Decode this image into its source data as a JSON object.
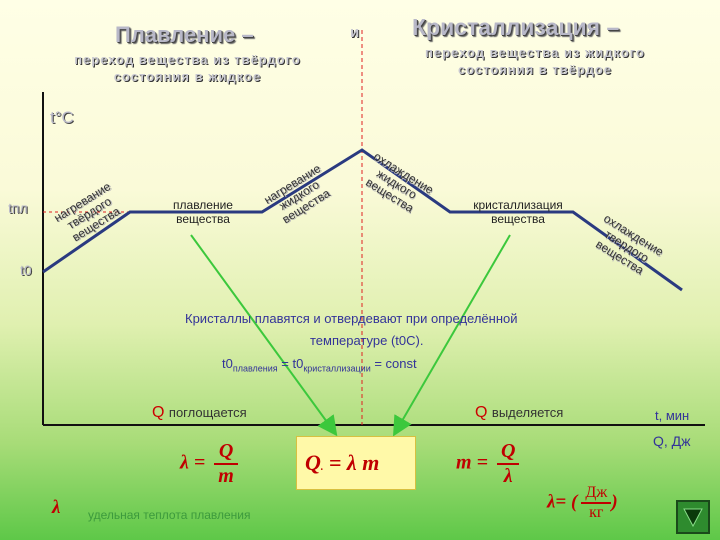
{
  "header": {
    "melting_title": "Плавление –",
    "melting_sub_line1": "переход вещества из твёрдого",
    "melting_sub_line2": "состояния в жидкое",
    "conjunction": "и",
    "cryst_title": "Кристаллизация –",
    "cryst_sub_line1": "переход вещества из жидкого",
    "cryst_sub_line2": "состояния в твёрдое"
  },
  "axes": {
    "y_label": "t°C",
    "y_tick_melting": "tпл",
    "y_tick_initial": "t0",
    "x_label": "t, мин",
    "x_label_alt": "Q, Дж"
  },
  "segments": {
    "heating_solid": [
      "нагревание",
      "твёрдого",
      "вещества"
    ],
    "melting": [
      "плавление",
      "вещества"
    ],
    "heating_liquid": [
      "нагревание",
      "жидкого",
      "вещества"
    ],
    "cooling_liquid": [
      "охлаждение",
      "жидкого",
      "вещества"
    ],
    "crystallization": [
      "кристаллизация",
      "вещества"
    ],
    "cooling_solid": [
      "охлаждение",
      "твердого",
      "вещества"
    ]
  },
  "notes": {
    "line1": "Кристаллы плавятся и отвердевают при определённой",
    "line2": "температуре (t0C).",
    "eq_t": "t0",
    "eq_sub1": "плавления",
    "eq_mid": " = t0",
    "eq_sub2": "кристаллизации",
    "eq_tail": " = const"
  },
  "heat": {
    "q_symbol": "Q",
    "absorbed": "поглощается",
    "released": "выделяется"
  },
  "formulas": {
    "lambda": "λ",
    "eq": "=",
    "q": "Q",
    "m": "m",
    "center_left": "Q",
    "center_right": "= λ m",
    "m_eq": "m",
    "unit_open": "λ= (",
    "unit_num": "Дж",
    "unit_den": "кг",
    "unit_close": ")"
  },
  "footer": {
    "lambda_symbol": "λ",
    "lambda_desc": "удельная теплота плавления"
  },
  "colors": {
    "graph_line": "#2a3a80",
    "arrows": "#3cc83c",
    "guide": "#e02020",
    "formula": "#c00000"
  }
}
